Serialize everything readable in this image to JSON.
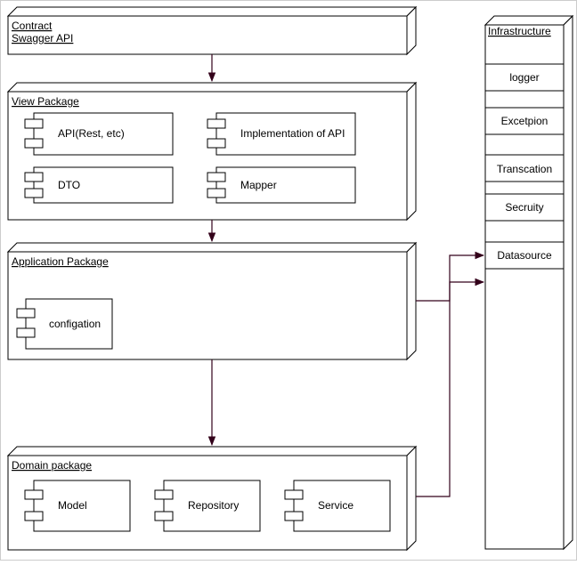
{
  "contract": {
    "line1": "Contract",
    "line2": "Swagger API"
  },
  "view": {
    "title": "View Package",
    "components": [
      "API(Rest, etc)",
      "Implementation of API",
      "DTO",
      "Mapper"
    ]
  },
  "application": {
    "title": "Application Package",
    "components": [
      "configation"
    ]
  },
  "domain": {
    "title": "Domain package",
    "components": [
      "Model",
      "Repository",
      "Service"
    ]
  },
  "infrastructure": {
    "title": "Infrastructure",
    "items": [
      "logger",
      "Excetpion",
      "Transcation",
      "Secruity",
      "Datasource"
    ]
  },
  "colors": {
    "line": "#000000",
    "arrow": "#33001a",
    "background": "#ffffff"
  }
}
